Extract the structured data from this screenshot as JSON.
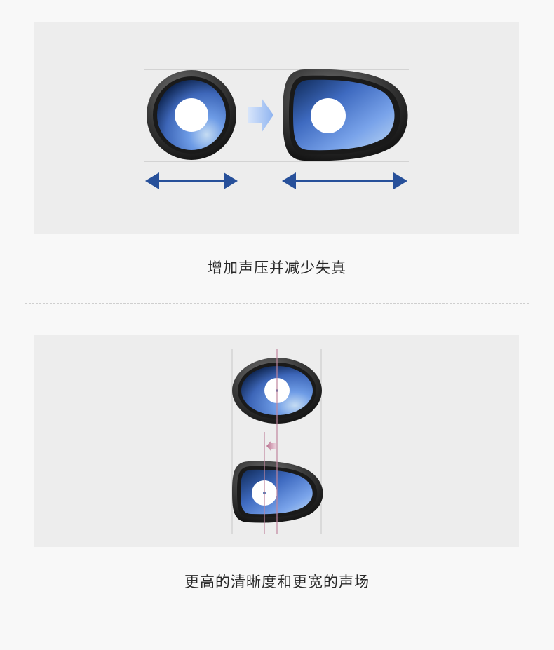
{
  "sections": [
    {
      "id": "pressure",
      "caption": "增加声压并减少失真",
      "illustration": "round-driver-to-oval-driver"
    },
    {
      "id": "soundstage",
      "caption": "更高的清晰度和更宽的声场",
      "illustration": "centered-hole-to-offset-hole"
    }
  ],
  "colors": {
    "background": "#f8f8f8",
    "panel": "#ededed",
    "arrow_blue": "#27509a",
    "guide_pink": "#c0869e",
    "rim_dark": "#1c1c1c",
    "cone_blue": "#5e8fe0",
    "cone_dark": "#0f2a55"
  }
}
